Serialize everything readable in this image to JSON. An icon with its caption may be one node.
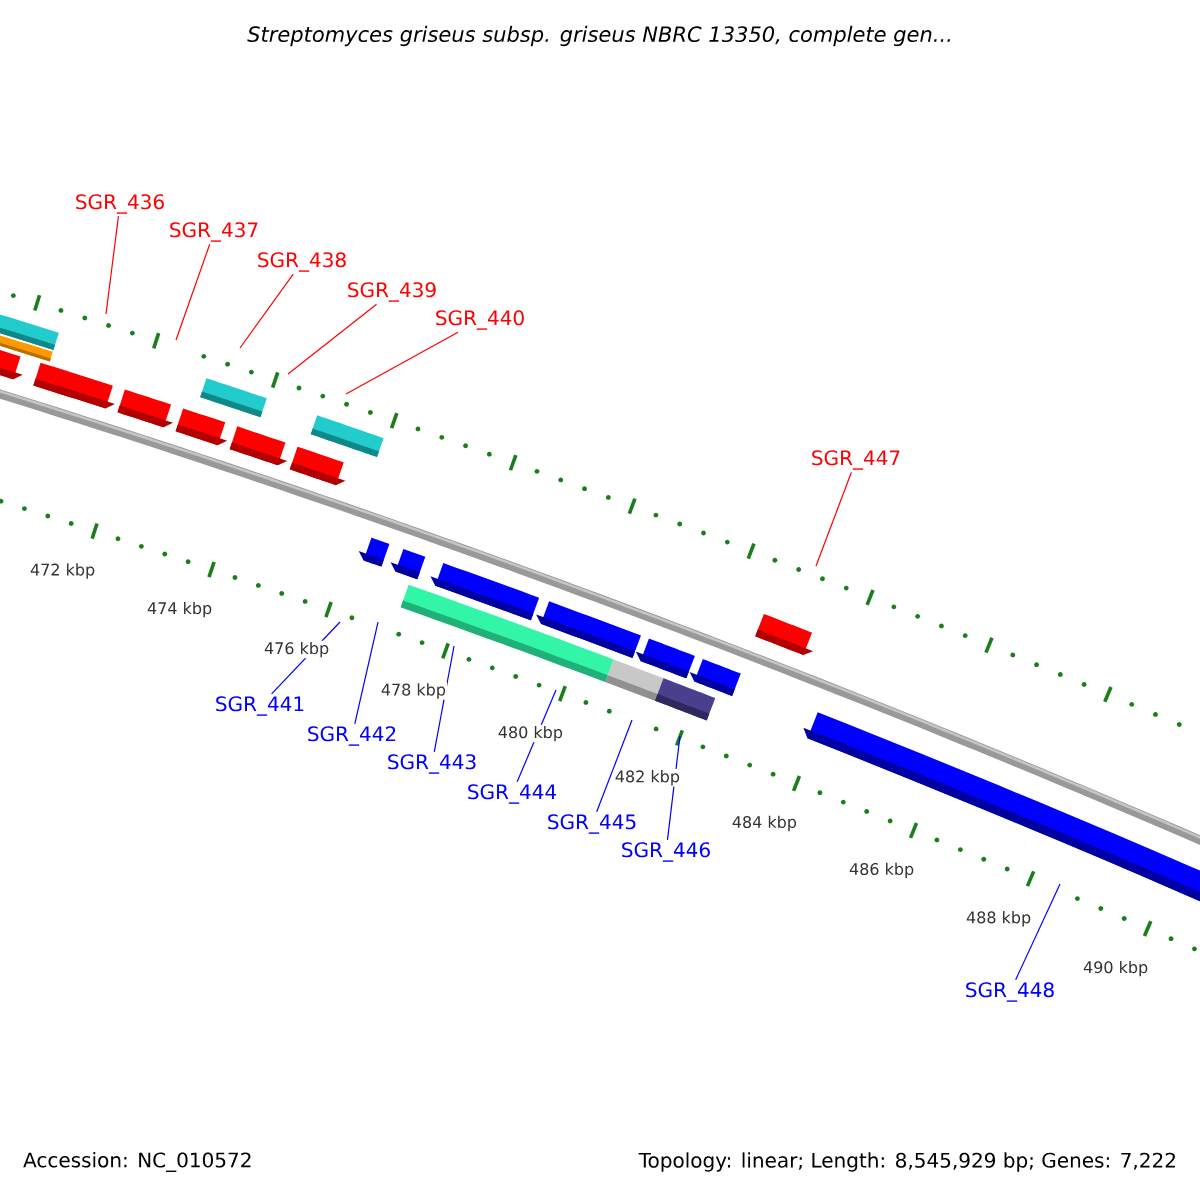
{
  "diagram": {
    "title": "Streptomyces griseus subsp. griseus NBRC 13350, complete gen...",
    "nodes": [
      {
        "text": [
          "SGR_436"
        ]
      },
      {
        "text": [
          "SGR_437"
        ]
      },
      {
        "text": [
          "SGR_438"
        ]
      },
      {
        "text": [
          "SGR_439"
        ]
      },
      {
        "text": [
          "SGR_440"
        ]
      },
      {
        "text": [
          "SGR_447"
        ]
      },
      {
        "text": [
          "SGR_441"
        ]
      },
      {
        "text": [
          "SGR_442"
        ]
      },
      {
        "text": [
          "SGR_443"
        ]
      },
      {
        "text": [
          "SGR_444"
        ]
      },
      {
        "text": [
          "SGR_445"
        ]
      },
      {
        "text": [
          "SGR_446"
        ]
      },
      {
        "text": [
          "SGR_448"
        ]
      }
    ],
    "edges": [
      {
        "from": 0,
        "to": null,
        "arrow": "none",
        "color": "#ff0000"
      },
      {
        "from": 1,
        "to": null,
        "arrow": "none",
        "color": "#ff0000"
      },
      {
        "from": 2,
        "to": null,
        "arrow": "none",
        "color": "#ff0000"
      },
      {
        "from": 3,
        "to": null,
        "arrow": "none",
        "color": "#ff0000"
      },
      {
        "from": 4,
        "to": null,
        "arrow": "none",
        "color": "#ff0000"
      },
      {
        "from": 5,
        "to": null,
        "arrow": "none",
        "color": "#ff0000"
      },
      {
        "from": 6,
        "to": null,
        "arrow": "none"
      },
      {
        "from": 7,
        "to": null,
        "arrow": "none"
      },
      {
        "from": 8,
        "to": null,
        "arrow": "none"
      },
      {
        "from": 9,
        "to": null,
        "arrow": "none"
      },
      {
        "from": 10,
        "to": null,
        "arrow": "none"
      },
      {
        "from": 11,
        "to": null,
        "arrow": "none"
      },
      {
        "from": 12,
        "to": null,
        "arrow": "none"
      }
    ],
    "labels": [
      "472 kbp",
      "474 kbp",
      "476 kbp",
      "478 kbp",
      "480 kbp",
      "482 kbp",
      "484 kbp",
      "486 kbp",
      "488 kbp",
      "490 kbp",
      "Accession: NC_010572",
      "Topology: linear; Length: 8,545,929 bp; Genes: 7,222"
    ]
  }
}
